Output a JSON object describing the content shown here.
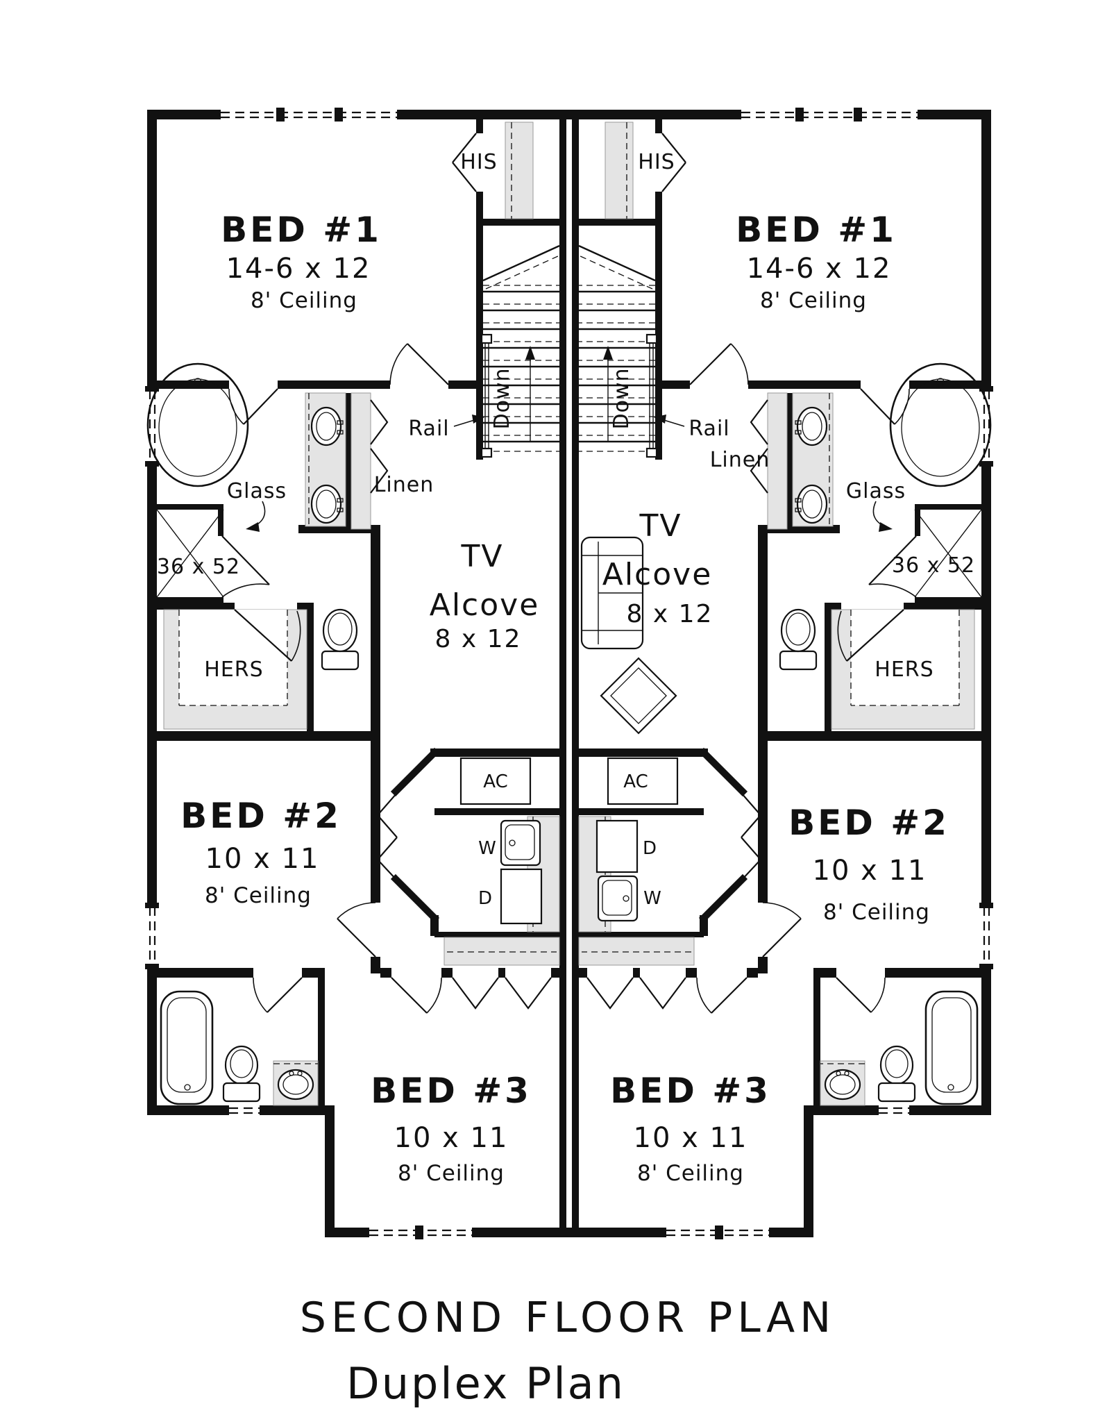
{
  "plan": {
    "title": "SECOND FLOOR PLAN",
    "subtitle": "Duplex Plan"
  },
  "left_unit": {
    "bed1": {
      "name": "BED #1",
      "dims": "14-6 x 12",
      "ceiling": "8' Ceiling"
    },
    "bed2": {
      "name": "BED #2",
      "dims": "10 x 11",
      "ceiling": "8' Ceiling"
    },
    "bed3": {
      "name": "BED #3",
      "dims": "10 x 11",
      "ceiling": "8' Ceiling"
    },
    "tv_alcove": {
      "line1": "TV",
      "line2": "Alcove",
      "dims": "8 x 12"
    },
    "his_closet": "HIS",
    "hers_closet": "HERS",
    "linen": "Linen",
    "rail": "Rail",
    "down": "Down",
    "glass": "Glass",
    "shower_dims": "36 x 52",
    "ac": "AC",
    "washer": "W",
    "dryer": "D"
  },
  "right_unit": {
    "bed1": {
      "name": "BED #1",
      "dims": "14-6 x 12",
      "ceiling": "8' Ceiling"
    },
    "bed2": {
      "name": "BED #2",
      "dims": "10 x 11",
      "ceiling": "8' Ceiling"
    },
    "bed3": {
      "name": "BED #3",
      "dims": "10 x 11",
      "ceiling": "8' Ceiling"
    },
    "tv_alcove": {
      "line1": "TV",
      "line2": "Alcove",
      "dims": "8 x 12"
    },
    "his_closet": "HIS",
    "hers_closet": "HERS",
    "linen": "Linen",
    "rail": "Rail",
    "down": "Down",
    "glass": "Glass",
    "shower_dims": "36 x 52",
    "ac": "AC",
    "washer": "W",
    "dryer": "D"
  }
}
